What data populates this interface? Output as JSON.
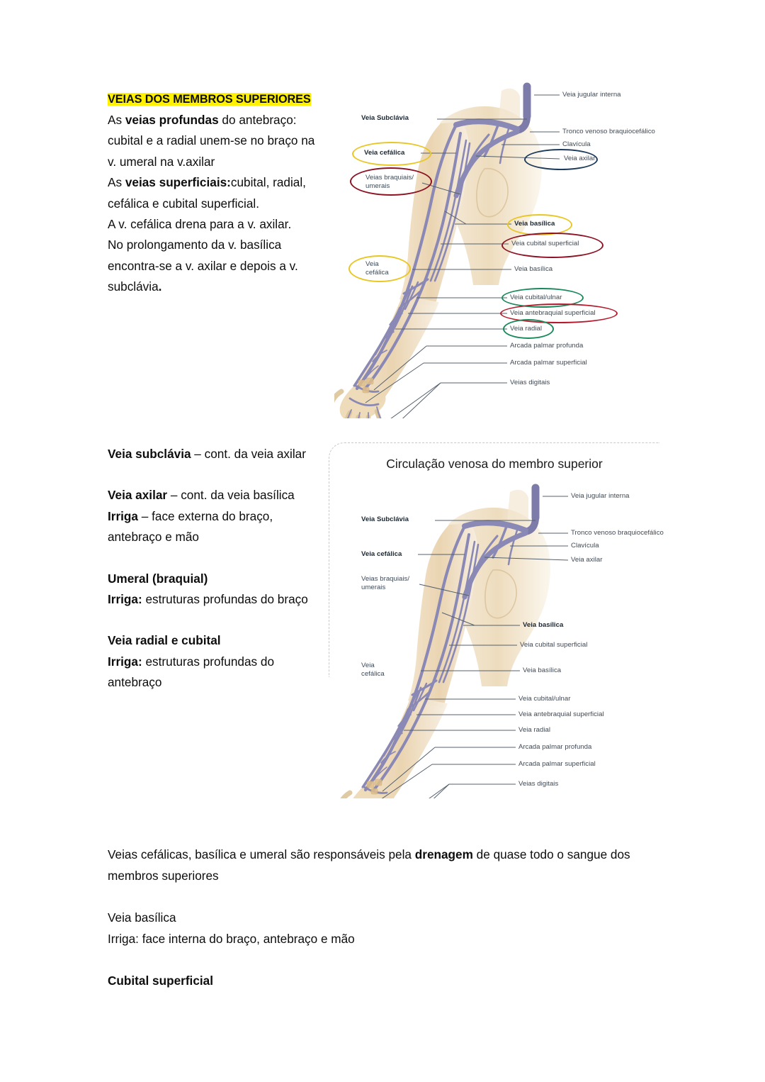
{
  "document": {
    "title": "VEIAS DOS MEMBROS SUPERIORES"
  },
  "section_1": {
    "line_1_a": "As ",
    "line_1_b": "veias profundas",
    "line_1_c": " do antebraço: cubital e a radial unem-se no braço na v. umeral na v.axilar",
    "line_2_a": "As ",
    "line_2_b": "veias superficiais:",
    "line_2_c": "cubital, radial, cefálica e cubital superficial.",
    "line_3": "A v. cefálica drena para a v. axilar.",
    "line_4_a": "No prolongamento da v. basílica encontra-se a v. axilar e depois a v. subclávia",
    "line_4_b": "."
  },
  "section_2": {
    "subclavia_bold": "Veia subclávia",
    "subclavia_rest": " – cont. da veia axilar",
    "axilar_bold": "Veia axilar",
    "axilar_rest": " – cont. da veia basílica",
    "axilar_irriga_bold": "Irriga",
    "axilar_irriga_rest": " – face externa do braço, antebraço e mão",
    "umeral_bold": "Umeral (braquial)",
    "umeral_irriga_bold": "Irriga:",
    "umeral_irriga_rest": " estruturas profundas do braço",
    "radial_bold": "Veia radial e cubital",
    "radial_irriga_bold": "Irriga:",
    "radial_irriga_rest": " estruturas profundas do antebraço"
  },
  "section_3": {
    "p1_a": "Veias cefálicas, basílica e umeral são responsáveis pela ",
    "p1_b": "drenagem",
    "p1_c": " de quase todo o sangue dos membros superiores",
    "basilica_title": "Veia basílica",
    "basilica_irriga": "Irriga: face interna do braço, antebraço e mão",
    "cubital_title": "Cubital superficial"
  },
  "figure_1": {
    "labels": {
      "subclavia": "Veia Subclávia",
      "jugular": "Veia jugular interna",
      "tronco": "Tronco venoso braquiocefálico",
      "clavicula": "Clavícula",
      "axilar": "Veia axilar",
      "cefalica_sup": "Veia cefálica",
      "braquiais": "Veias braquiais/ umerais",
      "basilica_bold": "Veia basílica",
      "cubital_sup": "Veia cubital superficial",
      "cefalica_inf": "Veia cefálica",
      "basilica": "Veia basílica",
      "cubital_ulnar": "Veia cubital/ulnar",
      "antebraquial": "Veia antebraquial superficial",
      "radial": "Veia radial",
      "arcada_profunda": "Arcada palmar profunda",
      "arcada_superficial": "Arcada palmar superficial",
      "digitais": "Veias digitais"
    },
    "highlight_colors": {
      "cefalica": "#e8c725",
      "braquiais": "#8c1224",
      "axilar": "#1d3c5c",
      "basilica": "#e8c725",
      "cubital_superficial": "#8c1224",
      "cubital_ulnar": "#1a8a5c",
      "antebraquial": "#b5192c",
      "radial": "#1a8a5c"
    }
  },
  "figure_2": {
    "title": "Circulação venosa do membro superior",
    "labels": {
      "subclavia": "Veia Subclávia",
      "jugular": "Veia jugular interna",
      "tronco": "Tronco venoso braquiocefálico",
      "clavicula": "Clavícula",
      "axilar": "Veia axilar",
      "cefalica_sup": "Veia cefálica",
      "braquiais": "Veias braquiais/ umerais",
      "basilica_bold": "Veia basílica",
      "cubital_sup": "Veia cubital superficial",
      "cefalica_inf": "Veia cefálica",
      "basilica": "Veia basílica",
      "cubital_ulnar": "Veia cubital/ulnar",
      "antebraquial": "Veia antebraquial superficial",
      "radial": "Veia radial",
      "arcada_profunda": "Arcada palmar profunda",
      "arcada_superficial": "Arcada palmar superficial",
      "digitais": "Veias digitais"
    }
  }
}
